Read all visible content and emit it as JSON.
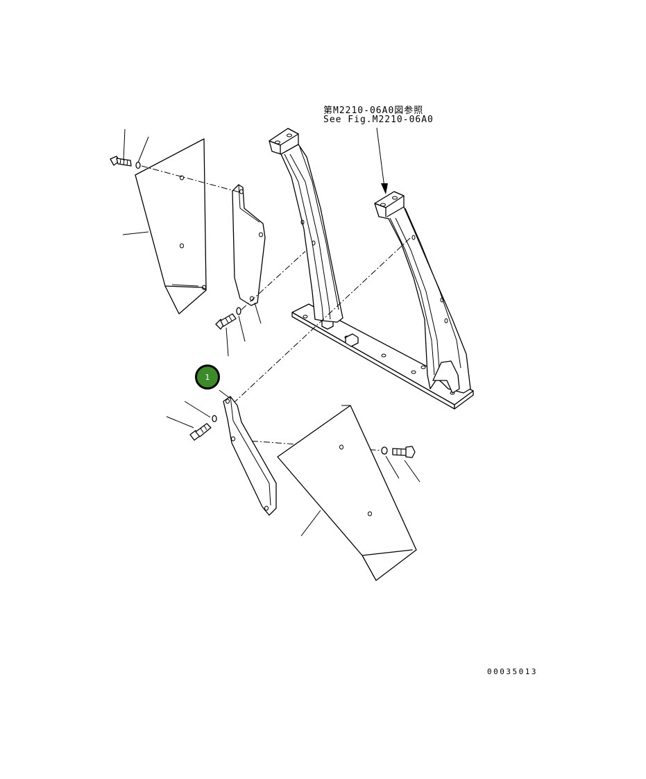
{
  "reference": {
    "japanese": "第M2210-06A0図参照",
    "english": "See Fig.M2210-06A0"
  },
  "callouts": [
    {
      "label": "1",
      "color": "#3c8a2a"
    }
  ],
  "drawing_number": "00035013",
  "colors": {
    "line": "#000000",
    "background": "#ffffff",
    "callout_fill": "#3c8a2a"
  }
}
